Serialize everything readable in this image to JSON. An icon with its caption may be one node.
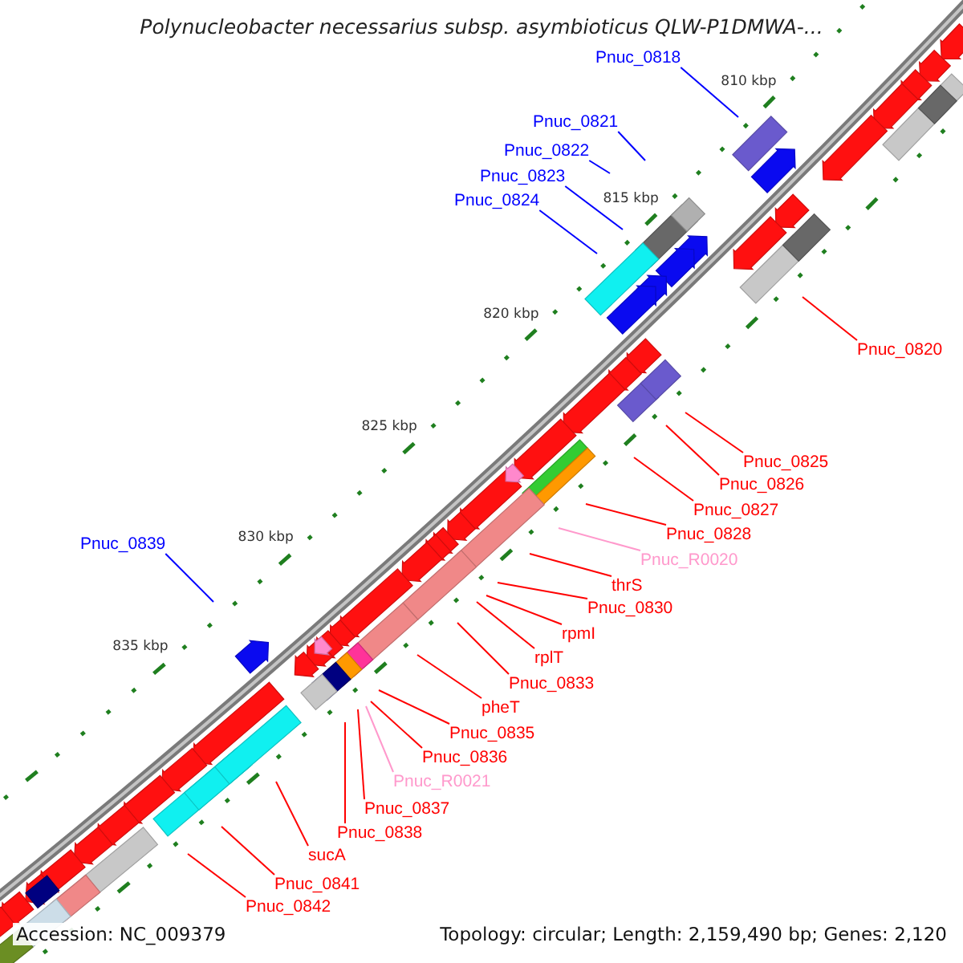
{
  "diagram": {
    "title": "Polynucleobacter necessarius subsp. asymbioticus QLW-P1DMWA-...",
    "nodes": [
      {
        "text": [
          "Pnuc_0818"
        ]
      },
      {
        "text": [
          "Pnuc_0821"
        ]
      },
      {
        "text": [
          "Pnuc_0822"
        ]
      },
      {
        "text": [
          "Pnuc_0823"
        ]
      },
      {
        "text": [
          "Pnuc_0824"
        ]
      },
      {
        "text": [
          "Pnuc_0820"
        ]
      },
      {
        "text": [
          "Pnuc_0825"
        ]
      },
      {
        "text": [
          "Pnuc_0826"
        ]
      },
      {
        "text": [
          "Pnuc_0827"
        ]
      },
      {
        "text": [
          "Pnuc_0828"
        ]
      },
      {
        "text": [
          "Pnuc_0839"
        ]
      },
      {
        "text": [
          "Pnuc_R0020"
        ]
      },
      {
        "text": [
          "thrS"
        ]
      },
      {
        "text": [
          "Pnuc_0830"
        ]
      },
      {
        "text": [
          "rpmI"
        ]
      },
      {
        "text": [
          "rplT"
        ]
      },
      {
        "text": [
          "Pnuc_0833"
        ]
      },
      {
        "text": [
          "pheT"
        ]
      },
      {
        "text": [
          "Pnuc_0835"
        ]
      },
      {
        "text": [
          "Pnuc_0836"
        ]
      },
      {
        "text": [
          "Pnuc_R0021"
        ]
      },
      {
        "text": [
          "Pnuc_0837"
        ]
      },
      {
        "text": [
          "Pnuc_0838"
        ]
      },
      {
        "text": [
          "sucA"
        ]
      },
      {
        "text": [
          "Pnuc_0841"
        ]
      },
      {
        "text": [
          "Pnuc_0842"
        ]
      }
    ],
    "edges": [
      {
        "from": 0,
        "to": null,
        "arrow": "none",
        "color": "#0000ff"
      },
      {
        "from": 1,
        "to": null,
        "arrow": "none",
        "color": "#0000ff"
      },
      {
        "from": 2,
        "to": null,
        "arrow": "none",
        "color": "#0000ff"
      },
      {
        "from": 3,
        "to": null,
        "arrow": "none",
        "color": "#0000ff"
      },
      {
        "from": 4,
        "to": null,
        "arrow": "none",
        "color": "#0000ff"
      },
      {
        "from": 5,
        "to": null,
        "arrow": "none"
      },
      {
        "from": 6,
        "to": null,
        "arrow": "none"
      },
      {
        "from": 7,
        "to": null,
        "arrow": "none"
      },
      {
        "from": 8,
        "to": null,
        "arrow": "none"
      },
      {
        "from": 9,
        "to": null,
        "arrow": "none"
      },
      {
        "from": 10,
        "to": null,
        "arrow": "none",
        "color": "#0000ff"
      },
      {
        "from": 11,
        "to": null,
        "arrow": "none",
        "color": "#ff99cc"
      },
      {
        "from": 12,
        "to": null,
        "arrow": "none"
      },
      {
        "from": 13,
        "to": null,
        "arrow": "none"
      },
      {
        "from": 14,
        "to": null,
        "arrow": "none"
      },
      {
        "from": 15,
        "to": null,
        "arrow": "none"
      },
      {
        "from": 16,
        "to": null,
        "arrow": "none"
      },
      {
        "from": 17,
        "to": null,
        "arrow": "none"
      },
      {
        "from": 18,
        "to": null,
        "arrow": "none"
      },
      {
        "from": 19,
        "to": null,
        "arrow": "none"
      },
      {
        "from": 20,
        "to": null,
        "arrow": "none",
        "color": "#ff99cc"
      },
      {
        "from": 21,
        "to": null,
        "arrow": "none"
      },
      {
        "from": 22,
        "to": null,
        "arrow": "none"
      },
      {
        "from": 23,
        "to": null,
        "arrow": "none"
      },
      {
        "from": 24,
        "to": null,
        "arrow": "none"
      },
      {
        "from": 25,
        "to": null,
        "arrow": "none"
      }
    ],
    "labels": [
      "810 kbp",
      "815 kbp",
      "820 kbp",
      "825 kbp",
      "830 kbp",
      "835 kbp",
      "Accession: NC_009379",
      "Topology: circular; Length: 2,159,490 bp; Genes: 2,120"
    ]
  }
}
